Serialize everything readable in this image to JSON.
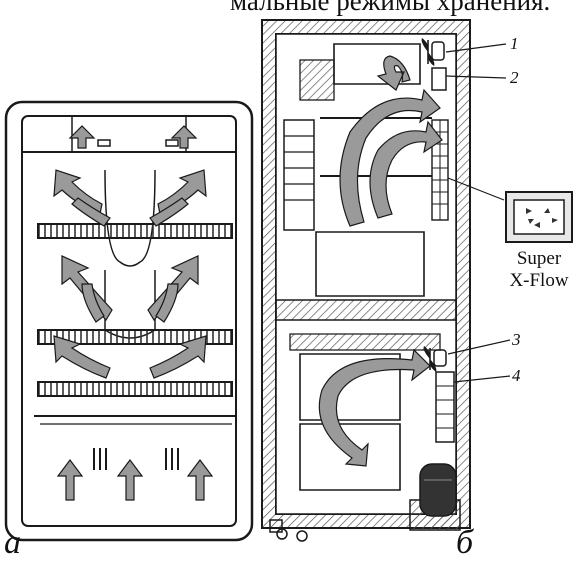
{
  "caption_top": "мальные режимы хранения.",
  "panels": {
    "left_letter": "а",
    "right_letter": "б"
  },
  "callouts": [
    "1",
    "2",
    "3",
    "4"
  ],
  "super_xflow": {
    "line1": "Super",
    "line2": "X-Flow"
  },
  "colors": {
    "line": "#1a1a1a",
    "arrow_fill": "#9a9a9a",
    "hatch": "#555555"
  }
}
